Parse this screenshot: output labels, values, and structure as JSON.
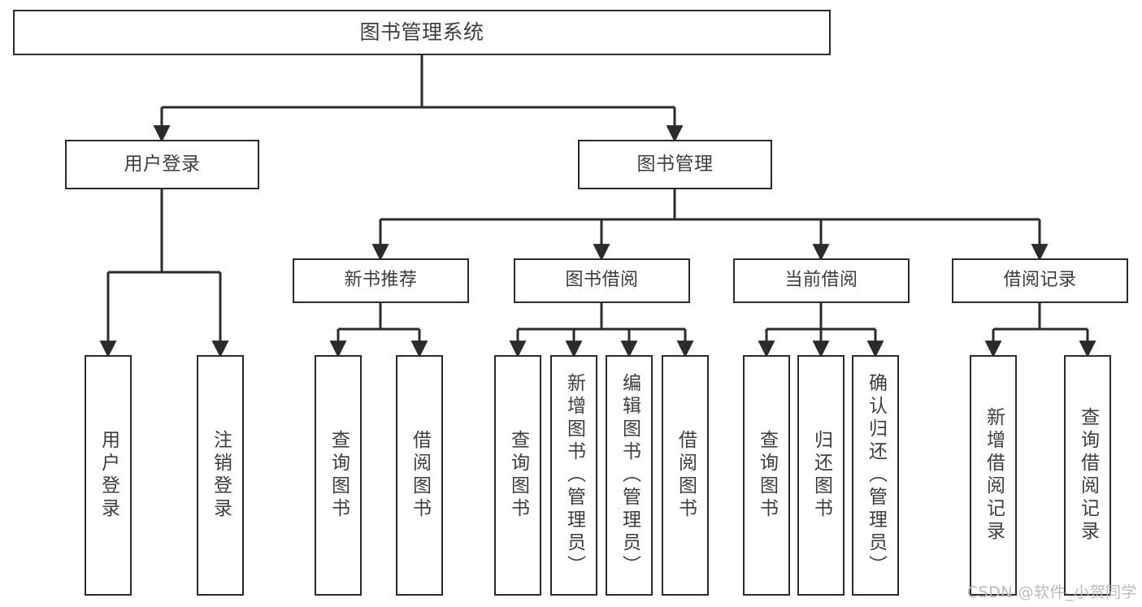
{
  "diagram": {
    "type": "tree-hierarchy",
    "title": "图书管理系统",
    "orientation": "top-down",
    "colors": {
      "box_border": "#2b2b2b",
      "box_fill": "#ffffff",
      "text": "#3d3d3d",
      "connector": "#2b2b2b",
      "watermark": "#b9b9b9",
      "background": "#ffffff"
    },
    "root": {
      "label": "图书管理系统"
    },
    "level2": [
      {
        "id": "user-login",
        "label": "用户登录"
      },
      {
        "id": "book-manage",
        "label": "图书管理"
      }
    ],
    "level3": [
      {
        "id": "new-book-recommend",
        "label": "新书推荐"
      },
      {
        "id": "book-borrow",
        "label": "图书借阅"
      },
      {
        "id": "current-borrow",
        "label": "当前借阅"
      },
      {
        "id": "borrow-record",
        "label": "借阅记录"
      }
    ],
    "leaves": {
      "user-login": [
        {
          "id": "leaf-user-login",
          "label": "用户登录"
        },
        {
          "id": "leaf-logout",
          "label": "注销登录"
        }
      ],
      "new-book-recommend": [
        {
          "id": "leaf-query-book-1",
          "label": "查询图书"
        },
        {
          "id": "leaf-borrow-book-1",
          "label": "借阅图书"
        }
      ],
      "book-borrow": [
        {
          "id": "leaf-query-book-2",
          "label": "查询图书"
        },
        {
          "id": "leaf-add-book",
          "label": "新增图书（管理员）"
        },
        {
          "id": "leaf-edit-book",
          "label": "编辑图书（管理员）"
        },
        {
          "id": "leaf-borrow-book-2",
          "label": "借阅图书"
        }
      ],
      "current-borrow": [
        {
          "id": "leaf-query-book-3",
          "label": "查询图书"
        },
        {
          "id": "leaf-return-book",
          "label": "归还图书"
        },
        {
          "id": "leaf-confirm-return",
          "label": "确认归还（管理员）"
        }
      ],
      "borrow-record": [
        {
          "id": "leaf-add-record",
          "label": "新增借阅记录"
        },
        {
          "id": "leaf-query-record",
          "label": "查询借阅记录"
        }
      ]
    }
  },
  "watermark": {
    "text": "CSDN @软件_小贺同学"
  }
}
